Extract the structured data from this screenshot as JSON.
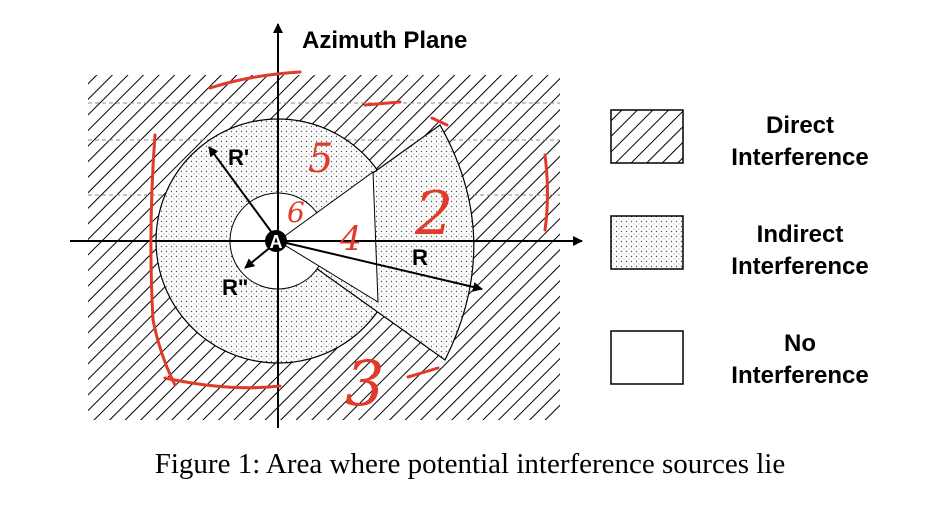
{
  "diagram": {
    "title": "Azimuth Plane",
    "labels": {
      "center": "A",
      "radius_r": "R",
      "radius_r_prime": "R'",
      "radius_r_double_prime": "R\""
    },
    "handwritten_numbers": [
      "5",
      "6",
      "2",
      "4",
      "3"
    ]
  },
  "legend": [
    {
      "line1": "Direct",
      "line2": "Interference"
    },
    {
      "line1": "Indirect",
      "line2": "Interference"
    },
    {
      "line1": "No",
      "line2": "Interference"
    }
  ],
  "caption": "Figure 1: Area where potential interference sources lie"
}
